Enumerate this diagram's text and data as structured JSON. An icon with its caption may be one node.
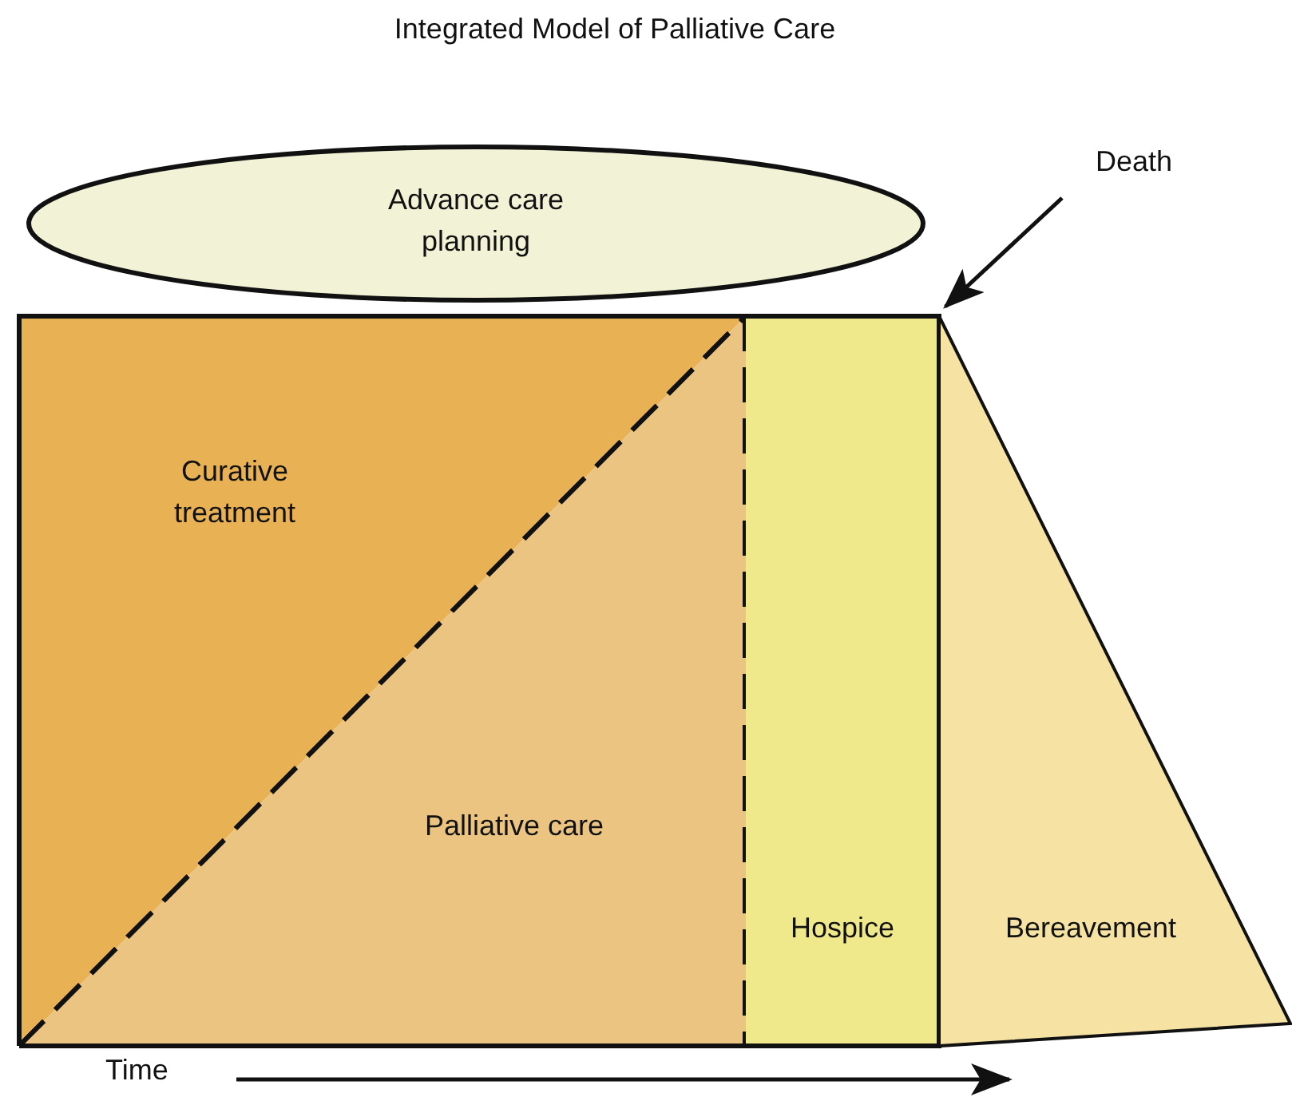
{
  "diagram": {
    "title": "Integrated Model of Palliative Care",
    "nodes": [
      {
        "text": [
          "Advance care planning"
        ]
      },
      {
        "text": [
          "Curative treatment"
        ]
      },
      {
        "text": [
          "Palliative care"
        ]
      },
      {
        "text": [
          "Hospice"
        ]
      },
      {
        "text": [
          "Bereavement"
        ]
      },
      {
        "text": [
          "Death"
        ]
      }
    ],
    "edges": [
      {
        "from": 5,
        "to": 3,
        "arrow": "to"
      }
    ],
    "labels": [
      "Time"
    ]
  }
}
